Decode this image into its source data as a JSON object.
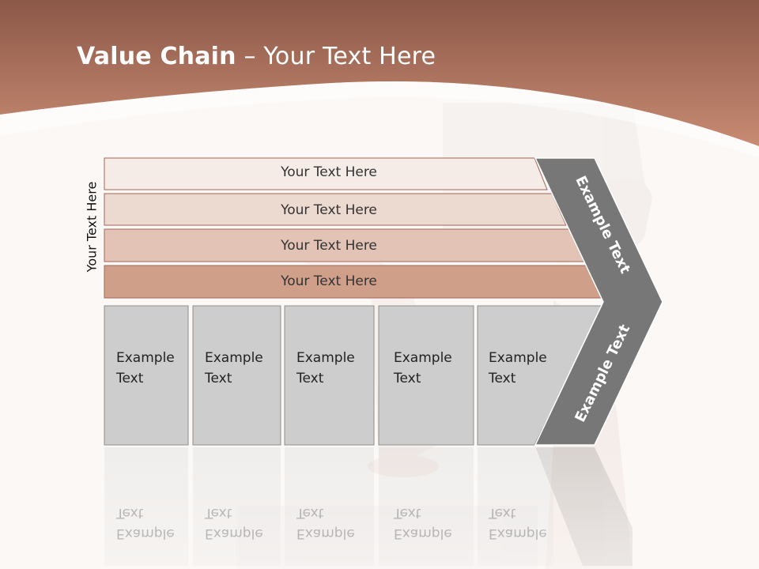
{
  "title": {
    "bold": "Value Chain",
    "rest": " – Your Text Here"
  },
  "side_label": "Your Text Here",
  "rows": [
    {
      "label": "Your Text Here",
      "color": "#f5ebe7"
    },
    {
      "label": "Your Text Here",
      "color": "#ecd9d0"
    },
    {
      "label": "Your Text Here",
      "color": "#e2c3b5"
    },
    {
      "label": "Your Text Here",
      "color": "#cf9f8a"
    }
  ],
  "boxes": [
    {
      "line1": "Example",
      "line2": "Text"
    },
    {
      "line1": "Example",
      "line2": "Text"
    },
    {
      "line1": "Example",
      "line2": "Text"
    },
    {
      "line1": "Example",
      "line2": "Text"
    },
    {
      "line1": "Example",
      "line2": "Text"
    }
  ],
  "chevron": {
    "upper_label": "Example Text",
    "lower_label": "Example Text",
    "color": "#777777"
  },
  "colors": {
    "header": "#b9735c",
    "box_fill": "#cdcdcd",
    "background": "#fbf8f6"
  }
}
